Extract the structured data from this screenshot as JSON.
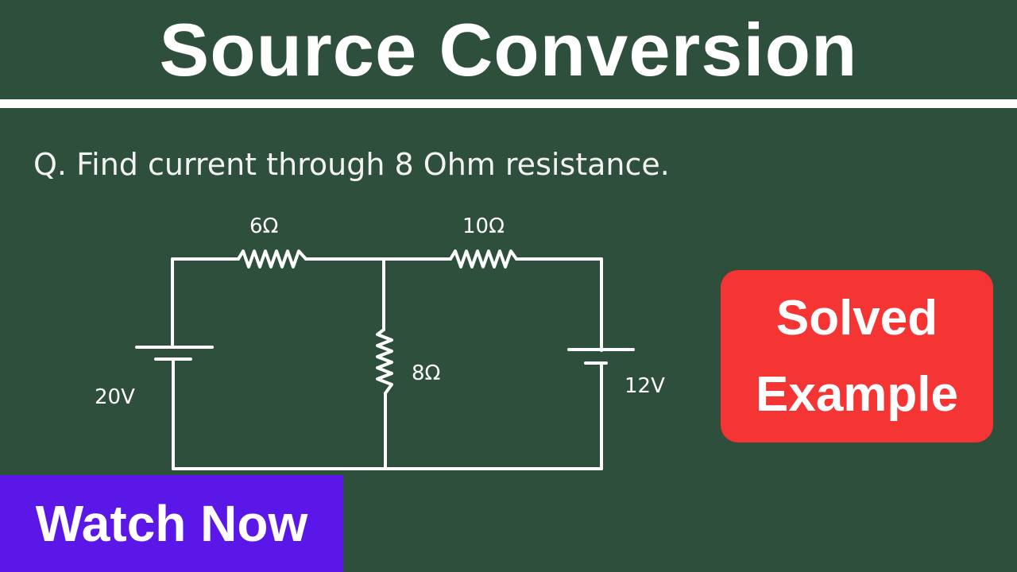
{
  "title": "Source Conversion",
  "question": "Q. Find current through 8 Ohm resistance.",
  "circuit": {
    "resistor_top_left": "6Ω",
    "resistor_top_right": "10Ω",
    "resistor_middle": "8Ω",
    "source_left": "20V",
    "source_right": "12V"
  },
  "badge": {
    "line1": "Solved",
    "line2": "Example"
  },
  "cta": "Watch Now",
  "colors": {
    "background": "#2d4f3c",
    "badge": "#f53434",
    "cta": "#5b16e8"
  }
}
